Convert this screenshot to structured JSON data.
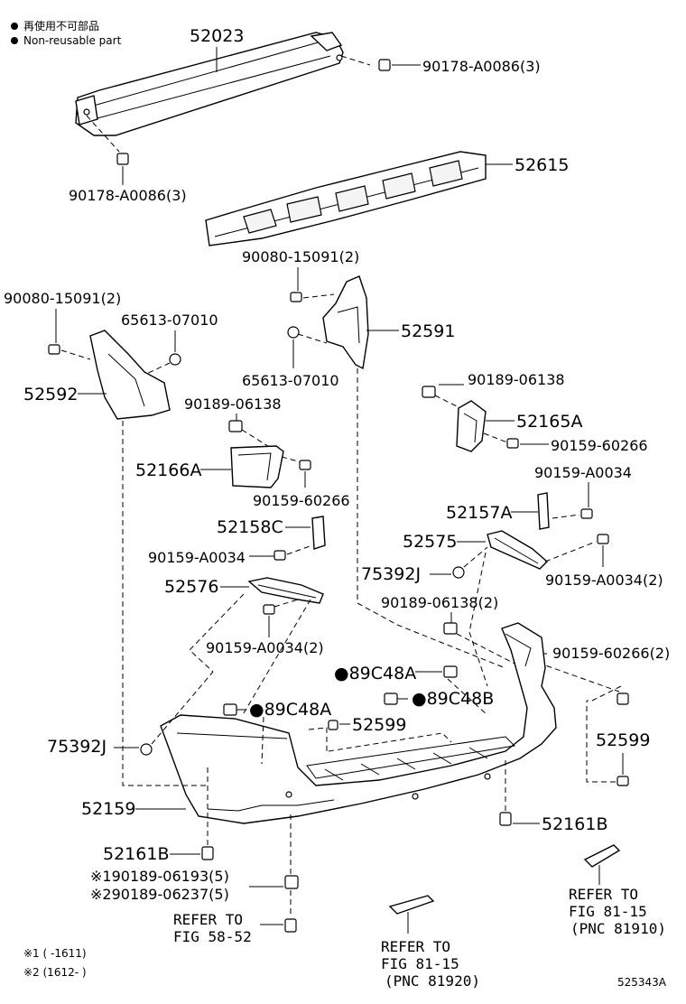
{
  "legend": {
    "symbol": "●",
    "line1": "再使用不可部品",
    "line2": "Non-reusable part"
  },
  "labels": {
    "p52023": "52023",
    "p90178_top": "90178-A0086(3)",
    "p90178_left": "90178-A0086(3)",
    "p52615": "52615",
    "p90080_mid": "90080-15091(2)",
    "p90080_left": "90080-15091(2)",
    "p65613_left": "65613-07010",
    "p52591": "52591",
    "p52592": "52592",
    "p65613_mid": "65613-07010",
    "p90189_right": "90189-06138",
    "p90189_left": "90189-06138",
    "p52165A": "52165A",
    "p90159_60266_right": "90159-60266",
    "p52166A": "52166A",
    "p90159_60266_left": "90159-60266",
    "p90159_A0034_right": "90159-A0034",
    "p52157A": "52157A",
    "p52158C": "52158C",
    "p52575": "52575",
    "p90159_A0034_left": "90159-A0034",
    "p75392J_right": "75392J",
    "p90159_A0034_2_right": "90159-A0034(2)",
    "p52576": "52576",
    "p90189_06138_2": "90189-06138(2)",
    "p90159_A0034_2_left": "90159-A0034(2)",
    "p90159_60266_2": "90159-60266(2)",
    "p89C48A_right": "●89C48A",
    "p89C48A_left": "●89C48A",
    "p89C48B": "●89C48B",
    "p52599_mid": "52599",
    "p75392J_left": "75392J",
    "p52599_right": "52599",
    "p52159": "52159",
    "p52161B_right": "52161B",
    "p52161B_left": "52161B",
    "p90189_06193": "※190189-06193(5)",
    "p90189_06237": "※290189-06237(5)"
  },
  "refs": {
    "ref_58_52_l1": "REFER TO",
    "ref_58_52_l2": "FIG 58-52",
    "ref_81_15a_l1": "REFER TO",
    "ref_81_15a_l2": "FIG 81-15",
    "ref_81_15a_l3": "(PNC 81920)",
    "ref_81_15b_l1": "REFER TO",
    "ref_81_15b_l2": "FIG 81-15",
    "ref_81_15b_l3": "(PNC 81910)"
  },
  "footnotes": {
    "n1": "※1 (      -1611)",
    "n2": "※2 (1612-       )"
  },
  "diagram_id": "525343A"
}
